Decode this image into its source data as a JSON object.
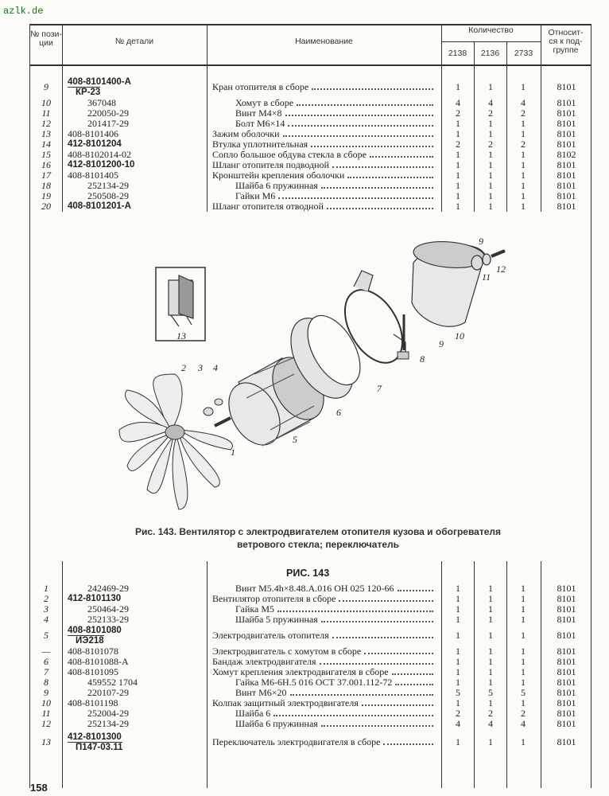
{
  "watermark": "azlk.de",
  "header": {
    "position": "№ пози-\nции",
    "part_no": "№ детали",
    "name": "Наименование",
    "quantity": "Количество",
    "models": [
      "2138",
      "2136",
      "2733"
    ],
    "group": "Относит-\nся к под-\nгруппе"
  },
  "top_rows": [
    {
      "pos": "9",
      "part": "408-8101400-А",
      "part2": "КР-23",
      "name": "Кран отопителя в сборе",
      "q": [
        "1",
        "1",
        "1"
      ],
      "group": "8101"
    },
    {
      "pos": "10",
      "part": "367048",
      "name": "Хомут в сборе",
      "q": [
        "4",
        "4",
        "4"
      ],
      "group": "8101"
    },
    {
      "pos": "11",
      "part": "220050-29",
      "name": "Винт М4×8",
      "q": [
        "2",
        "2",
        "2"
      ],
      "group": "8101"
    },
    {
      "pos": "12",
      "part": "201417-29",
      "name": "Болт М6×14",
      "q": [
        "1",
        "1",
        "1"
      ],
      "group": "8101"
    },
    {
      "pos": "13",
      "part": "408-8101406",
      "name": "Зажим оболочки",
      "q": [
        "1",
        "1",
        "1"
      ],
      "group": "8101"
    },
    {
      "pos": "14",
      "part": "412-8101204",
      "name": "Втулка уплотнительная",
      "q": [
        "2",
        "2",
        "2"
      ],
      "group": "8101"
    },
    {
      "pos": "15",
      "part": "408-8102014-02",
      "name": "Сопло большое обдува стекла в сборе",
      "q": [
        "1",
        "1",
        "1"
      ],
      "group": "8102"
    },
    {
      "pos": "16",
      "part": "412-8101200-10",
      "name": "Шланг отопителя подводной",
      "q": [
        "1",
        "1",
        "1"
      ],
      "group": "8101"
    },
    {
      "pos": "17",
      "part": "408-8101405",
      "name": "Кронштейн крепления оболочки",
      "q": [
        "1",
        "1",
        "1"
      ],
      "group": "8101"
    },
    {
      "pos": "18",
      "part": "252134-29",
      "name": "Шайба 6 пружинная",
      "q": [
        "1",
        "1",
        "1"
      ],
      "group": "8101"
    },
    {
      "pos": "19",
      "part": "250508-29",
      "name": "Гайки М6",
      "q": [
        "1",
        "1",
        "1"
      ],
      "group": "8101"
    },
    {
      "pos": "20",
      "part": "408-8101201-А",
      "name": "Шланг отопителя отводной",
      "q": [
        "1",
        "1",
        "1"
      ],
      "group": "8101"
    }
  ],
  "figure": {
    "callouts": [
      "1",
      "2",
      "3",
      "4",
      "5",
      "6",
      "7",
      "8",
      "9",
      "10",
      "11",
      "12",
      "9",
      "13"
    ],
    "caption_line1": "Рис. 143. Вентилятор с электродвигателем отопителя кузова и обогревателя",
    "caption_line2": "ветрового стекла; переключатель"
  },
  "section_title": "РИС. 143",
  "bottom_rows": [
    {
      "pos": "1",
      "part": "242469-29",
      "name": "Винт М5.4h×8.48.А.016 ОН 025 120-66",
      "q": [
        "1",
        "1",
        "1"
      ],
      "group": "8101"
    },
    {
      "pos": "2",
      "part": "412-8101130",
      "name": "Вентилятор отопителя в сборе",
      "q": [
        "1",
        "1",
        "1"
      ],
      "group": "8101"
    },
    {
      "pos": "3",
      "part": "250464-29",
      "name": "Гайка М5",
      "q": [
        "1",
        "1",
        "1"
      ],
      "group": "8101"
    },
    {
      "pos": "4",
      "part": "252133-29",
      "name": "Шайба 5 пружинная",
      "q": [
        "1",
        "1",
        "1"
      ],
      "group": "8101"
    },
    {
      "pos": "5",
      "part": "408-8101080",
      "part2": "ИЭ218",
      "name": "Электродвигатель отопителя",
      "q": [
        "1",
        "1",
        "1"
      ],
      "group": "8101"
    },
    {
      "pos": "—",
      "part": "408-8101078",
      "name": "Электродвигатель с хомутом в сборе",
      "q": [
        "1",
        "1",
        "1"
      ],
      "group": "8101"
    },
    {
      "pos": "6",
      "part": "408-8101088-А",
      "name": "Бандаж электродвигателя",
      "q": [
        "1",
        "1",
        "1"
      ],
      "group": "8101"
    },
    {
      "pos": "7",
      "part": "408-8101095",
      "name": "Хомут крепления электродвигателя в сборе",
      "q": [
        "1",
        "1",
        "1"
      ],
      "group": "8101"
    },
    {
      "pos": "8",
      "part": "459552 1704",
      "name": "Гайка М6-6Н.5 016 ОСТ 37.001.112-72",
      "q": [
        "1",
        "1",
        "1"
      ],
      "group": "8101"
    },
    {
      "pos": "9",
      "part": "220107-29",
      "name": "Винт М6×20",
      "q": [
        "5",
        "5",
        "5"
      ],
      "group": "8101"
    },
    {
      "pos": "10",
      "part": "408-8101198",
      "name": "Колпак защитный электродвигателя",
      "q": [
        "1",
        "1",
        "1"
      ],
      "group": "8101"
    },
    {
      "pos": "11",
      "part": "252004-29",
      "name": "Шайба 6",
      "q": [
        "2",
        "2",
        "2"
      ],
      "group": "8101"
    },
    {
      "pos": "12",
      "part": "252134-29",
      "name": "Шайба 6 пружинная",
      "q": [
        "4",
        "4",
        "4"
      ],
      "group": "8101"
    },
    {
      "pos": "13",
      "part": "412-8101300",
      "part2": "П147-03.11",
      "name": "Переключатель электродвигателя в сборе",
      "q": [
        "1",
        "1",
        "1"
      ],
      "group": "8101"
    }
  ],
  "page_number": "158"
}
